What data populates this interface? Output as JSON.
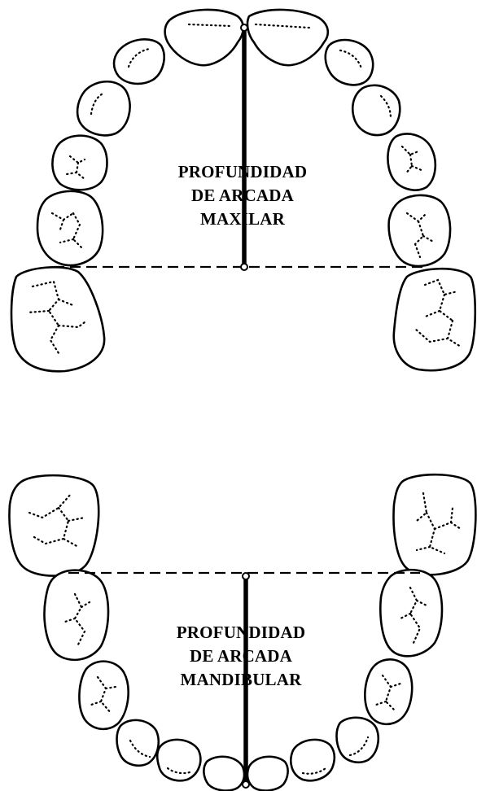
{
  "diagram": {
    "maxillary_arch": {
      "label_lines": [
        "PROFUNDIDAD",
        "DE ARCADA",
        "MAXILAR"
      ]
    },
    "mandibular_arch": {
      "label_lines": [
        "PROFUNDIDAD",
        "DE ARCADA",
        "MANDIBULAR"
      ]
    }
  }
}
